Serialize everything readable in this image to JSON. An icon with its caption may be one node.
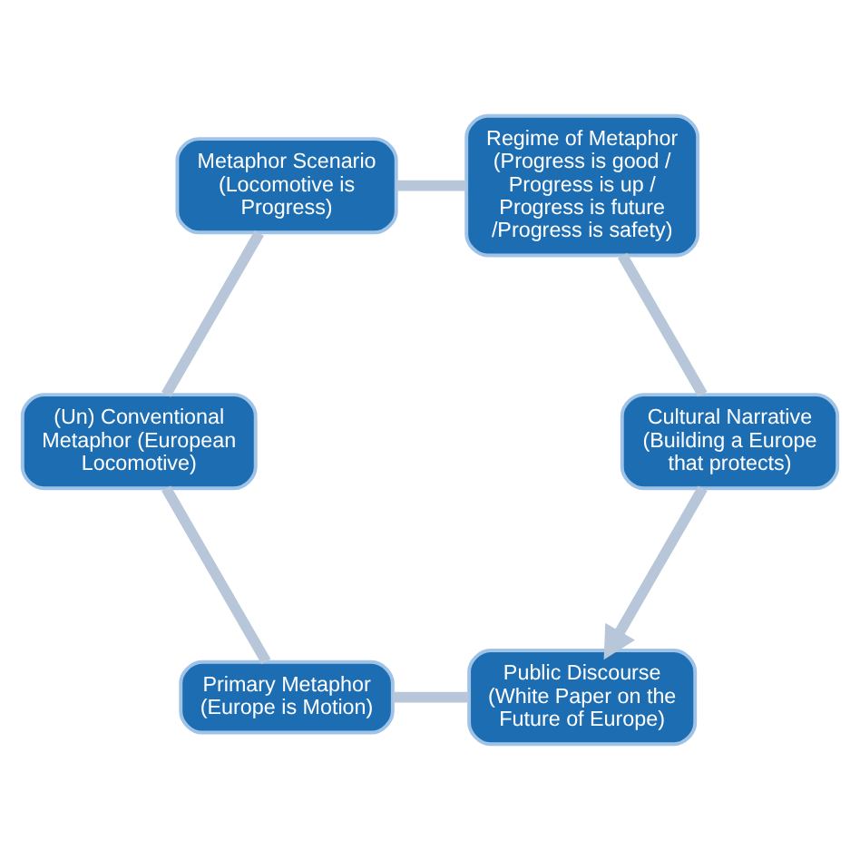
{
  "diagram": {
    "nodes": [
      {
        "text": [
          "Public Discourse",
          "(White Paper on the Future of Europe)"
        ]
      },
      {
        "text": [
          "Cultural Narrative",
          "(Building a Europe that protects)"
        ]
      },
      {
        "text": [
          "Primary Metaphor",
          "(Europe is Motion)"
        ]
      },
      {
        "text": [
          "Regime of Metaphor",
          "(Progress is good / Progress is up / Progress is future /Progress is safety)"
        ]
      },
      {
        "text": [
          "(Un) Conventional Metaphor (European Locomotive)"
        ]
      },
      {
        "text": [
          "Metaphor Scenario",
          "(Locomotive is Progress)"
        ]
      }
    ],
    "edges": [
      {
        "from": 0,
        "to": 2,
        "arrow": "none"
      },
      {
        "from": 2,
        "to": 4,
        "arrow": "none"
      },
      {
        "from": 4,
        "to": 5,
        "arrow": "none"
      },
      {
        "from": 5,
        "to": 3,
        "arrow": "none"
      },
      {
        "from": 3,
        "to": 1,
        "arrow": "none"
      },
      {
        "from": 1,
        "to": 0,
        "arrow": "to"
      }
    ]
  }
}
